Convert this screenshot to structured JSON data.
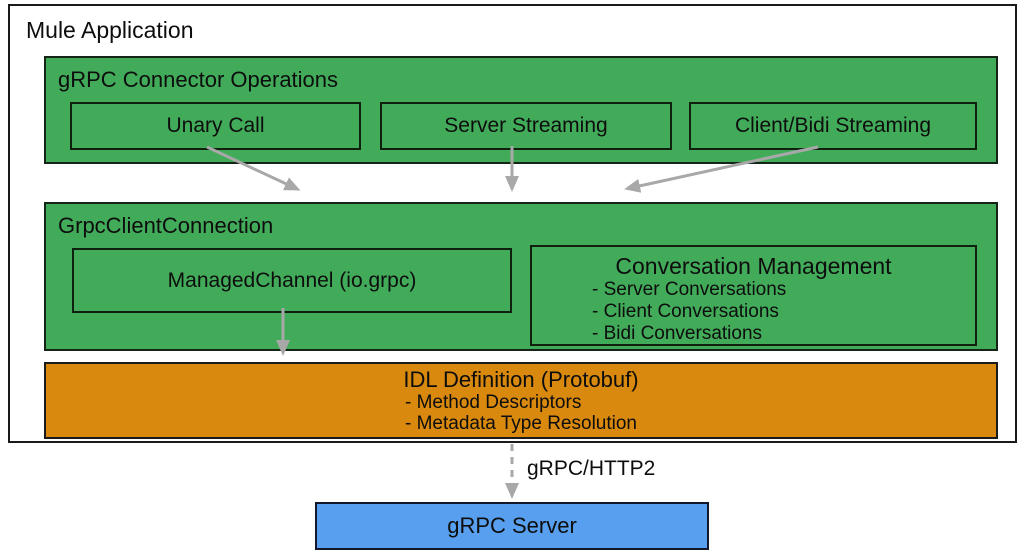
{
  "diagram": {
    "title": "Mule Application",
    "connector_box": {
      "title": "gRPC Connector Operations",
      "operations": [
        "Unary Call",
        "Server Streaming",
        "Client/Bidi Streaming"
      ]
    },
    "connection_box": {
      "title": "GrpcClientConnection",
      "managed_channel_label": "ManagedChannel (io.grpc)",
      "conversation_management": {
        "title": "Conversation Management",
        "items": [
          "- Server Conversations",
          "- Client Conversations",
          "- Bidi Conversations"
        ]
      }
    },
    "idl_box": {
      "title": "IDL Definition (Protobuf)",
      "items": [
        "- Method Descriptors",
        "- Metadata Type Resolution"
      ]
    },
    "protocol_label": "gRPC/HTTP2",
    "server_box_label": "gRPC Server",
    "colors": {
      "green": "#42ab5a",
      "orange": "#d8890e",
      "blue": "#58a0ef",
      "arrow_gray": "#a8a8a8",
      "border": "#1a1a1a"
    }
  }
}
